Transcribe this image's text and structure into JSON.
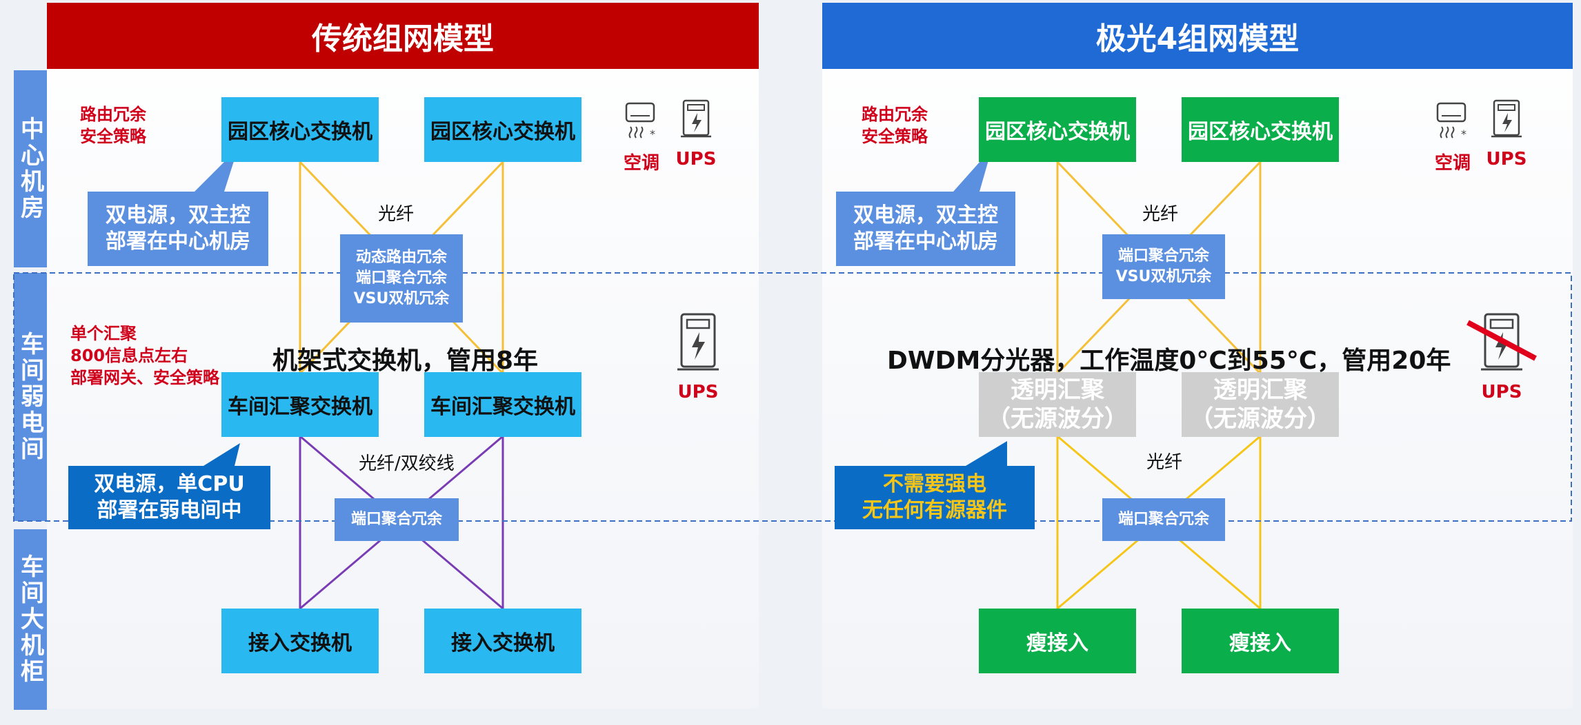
{
  "left": {
    "title": "传统组网模型",
    "title_color": "#c00000",
    "core_switch_1": "园区核心交换机",
    "core_switch_2": "园区核心交换机",
    "fiber_top": "光纤",
    "core_redundancy": "动态路由冗余\n端口聚合冗余\nVSU双机冗余",
    "center_note": "路由冗余\n安全策略",
    "center_callout": "双电源，双主控\n部署在中心机房",
    "ac_label": "空调",
    "ups_label_top": "UPS",
    "agg_note": "单个汇聚\n800信息点左右\n部署网关、安全策略",
    "caption": "机架式交换机，管用8年",
    "agg_switch_1": "车间汇聚交换机",
    "agg_switch_2": "车间汇聚交换机",
    "ups_label_mid": "UPS",
    "fiber_mid": "光纤/双绞线",
    "agg_callout": "双电源，单CPU\n部署在弱电间中",
    "agg_redundancy": "端口聚合冗余",
    "access_1": "接入交换机",
    "access_2": "接入交换机"
  },
  "right": {
    "title": "极光4组网模型",
    "title_color": "#1f6ad4",
    "core_switch_1": "园区核心交换机",
    "core_switch_2": "园区核心交换机",
    "fiber_top": "光纤",
    "core_redundancy": "端口聚合冗余\nVSU双机冗余",
    "center_note": "路由冗余\n安全策略",
    "center_callout": "双电源，双主控\n部署在中心机房",
    "ac_label": "空调",
    "ups_label_top": "UPS",
    "caption": "DWDM分光器，工作温度0°C到55°C，管用20年",
    "transparent_1": "透明汇聚\n（无源波分）",
    "transparent_2": "透明汇聚\n（无源波分）",
    "ups_label_mid": "UPS",
    "fiber_mid": "光纤",
    "no_power_callout": "不需要强电\n无任何有源器件",
    "agg_redundancy": "端口聚合冗余",
    "thin_access_1": "瘦接入",
    "thin_access_2": "瘦接入"
  },
  "rows": {
    "center_room": "中心机房",
    "weak_current_room": "车间弱电间",
    "big_cabinet": "车间大机柜"
  },
  "colors": {
    "red_title": "#c00000",
    "blue_title": "#1f6ad4",
    "switch_blue": "#29b8f0",
    "switch_green": "#0aae4a",
    "redundancy_blue": "#5b8fe0",
    "callout_dark_blue": "#0a6cc4",
    "fiber_yellow": "#f5bf36",
    "twisted_purple": "#7a3cb4",
    "warning_red": "#d0021b",
    "highlight_yellow": "#f5c518"
  },
  "icons": [
    "air-conditioner-icon",
    "ups-icon",
    "no-ups-icon"
  ]
}
